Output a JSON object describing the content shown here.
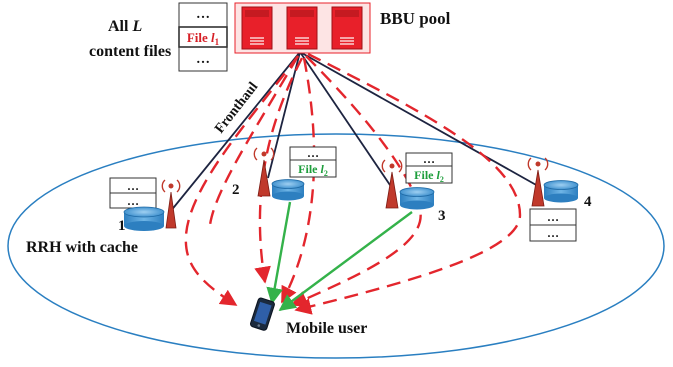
{
  "labels": {
    "content_files_line1": "All",
    "content_files_L": "L",
    "content_files_line2": "content files",
    "bbu_pool": "BBU pool",
    "fronthaul": "Fronthaul",
    "rrh_with_cache": "RRH with cache",
    "mobile_user": "Mobile user"
  },
  "content_stack": {
    "ellipsis": "…",
    "file_prefix": "File ",
    "file_var": "l",
    "file_sub": "1"
  },
  "rrhs": [
    {
      "id": "1",
      "file_var": "",
      "file_sub": ""
    },
    {
      "id": "2",
      "file_var": "l",
      "file_sub": "2"
    },
    {
      "id": "3",
      "file_var": "l",
      "file_sub": "2"
    },
    {
      "id": "4",
      "file_var": "",
      "file_sub": ""
    }
  ],
  "file_prefix": "File ",
  "ellipsis": "…",
  "colors": {
    "server_red": "#e8202a",
    "file_red": "#d61f26",
    "file_green": "#1e9e3c",
    "cell_ellipse": "#2a7fc1",
    "fronthaul_line": "#1d2440",
    "dashed_link": "#e3262d",
    "green_link": "#34b24a",
    "cache_blue": "#4a9fd8",
    "antenna_red": "#c0392b"
  }
}
